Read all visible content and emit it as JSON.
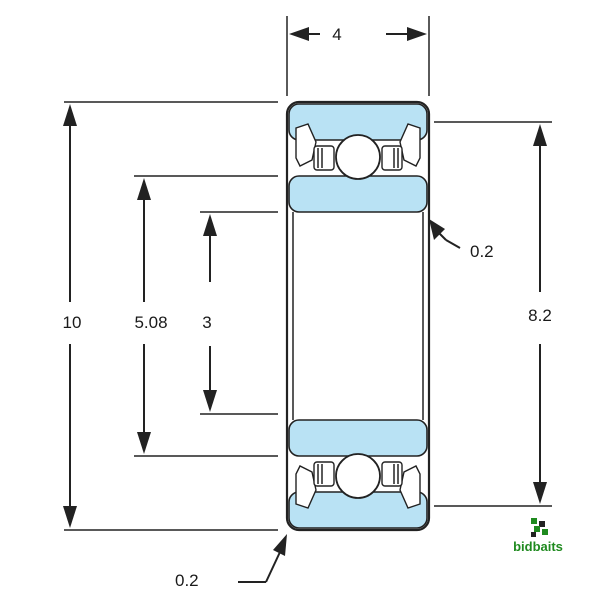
{
  "dimensions": {
    "width": "4",
    "outer_diameter": "10",
    "pitch_diameter": "5.08",
    "bore": "3",
    "inner_ring_od": "8.2",
    "chamfer_top": "0.2",
    "chamfer_bottom": "0.2"
  },
  "brand": {
    "name": "bidbaits",
    "logo_icon": "bidbaits-logo-icon",
    "color": "#1f8a1f"
  },
  "colors": {
    "ring_fill": "#b9e2f4",
    "line": "#222222"
  }
}
